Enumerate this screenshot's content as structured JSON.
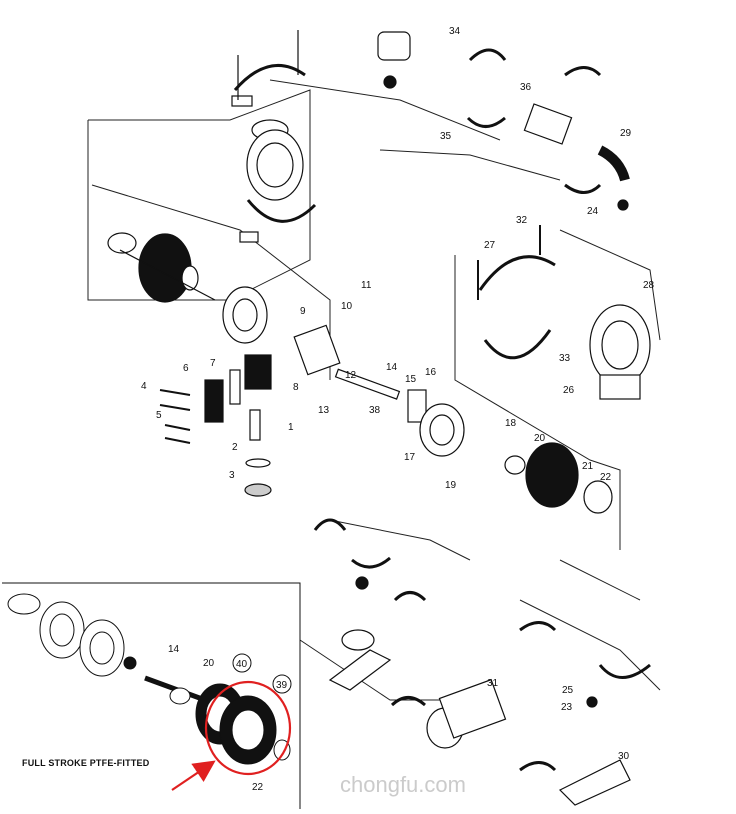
{
  "diagram": {
    "part_labels": [
      "1",
      "2",
      "3",
      "4",
      "5",
      "6",
      "7",
      "8",
      "9",
      "10",
      "11",
      "12",
      "13",
      "14",
      "15",
      "16",
      "17",
      "18",
      "19",
      "20",
      "21",
      "22",
      "23",
      "24",
      "25",
      "26",
      "27",
      "28",
      "29",
      "30",
      "31",
      "32",
      "33",
      "34",
      "35",
      "36",
      "38"
    ],
    "inset": {
      "caption": "FULL STROKE PTFE-FITTED",
      "labels": [
        "14",
        "20",
        "40",
        "39",
        "22"
      ],
      "highlight_color": "#e02020"
    },
    "watermark": "chongfu.com"
  }
}
